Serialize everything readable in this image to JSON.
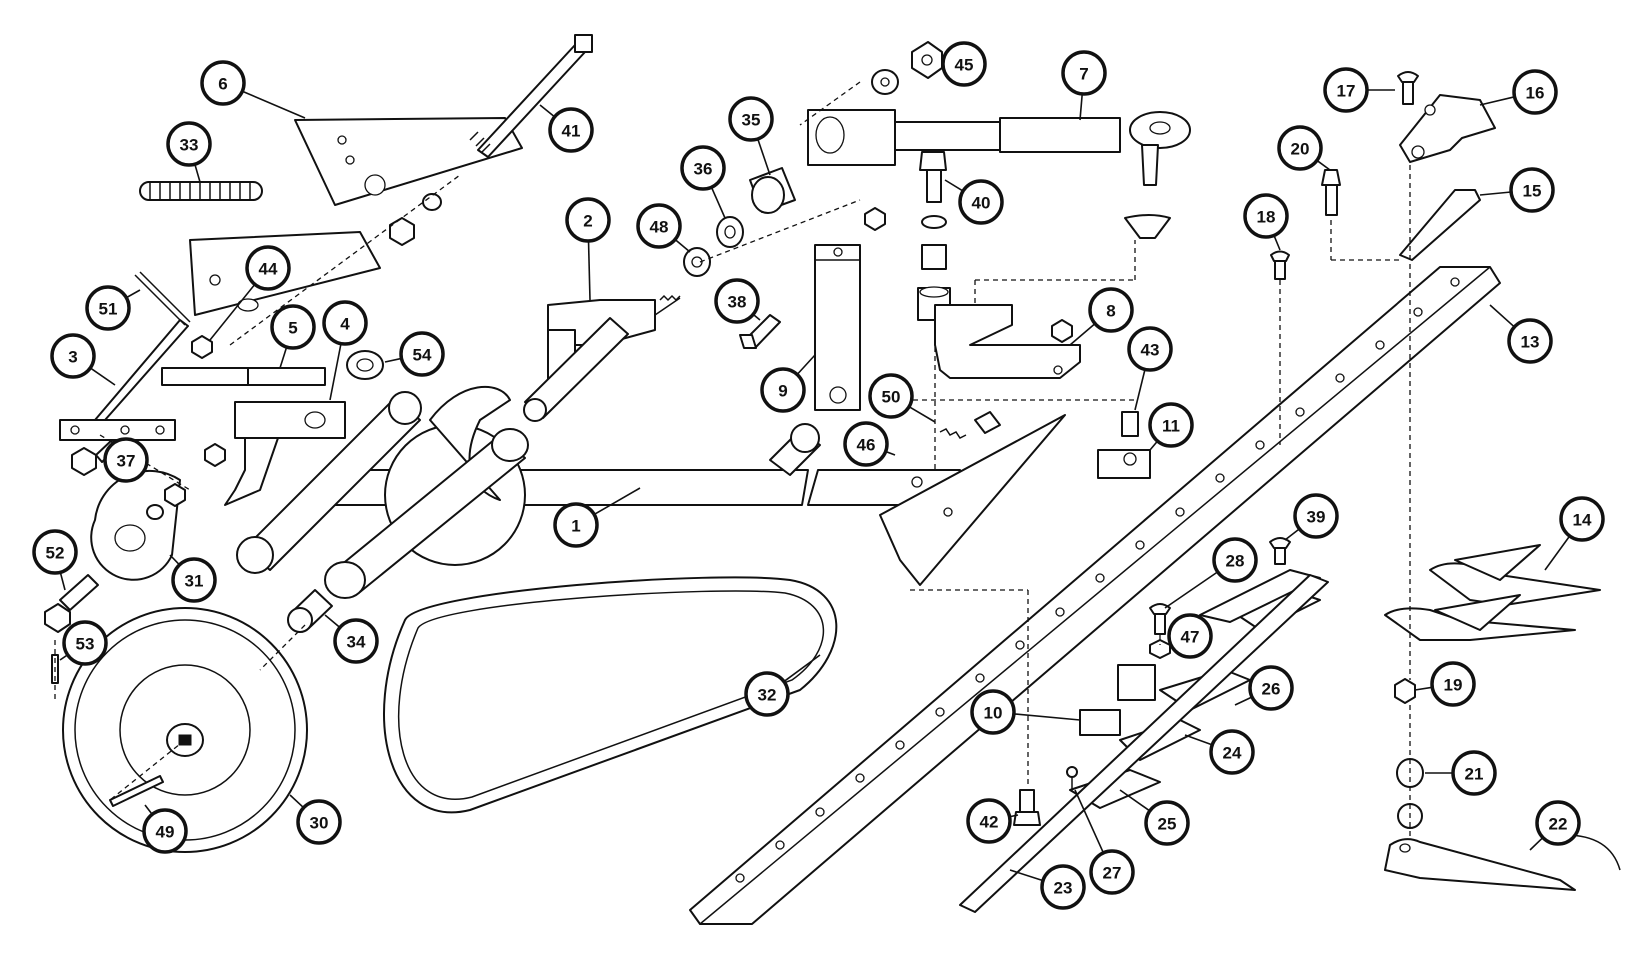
{
  "diagram": {
    "callouts": [
      {
        "number": "1"
      },
      {
        "number": "2"
      },
      {
        "number": "3"
      },
      {
        "number": "4"
      },
      {
        "number": "5"
      },
      {
        "number": "6"
      },
      {
        "number": "7"
      },
      {
        "number": "8"
      },
      {
        "number": "9"
      },
      {
        "number": "10"
      },
      {
        "number": "11"
      },
      {
        "number": "13"
      },
      {
        "number": "14"
      },
      {
        "number": "15"
      },
      {
        "number": "16"
      },
      {
        "number": "17"
      },
      {
        "number": "18"
      },
      {
        "number": "19"
      },
      {
        "number": "20"
      },
      {
        "number": "21"
      },
      {
        "number": "22"
      },
      {
        "number": "23"
      },
      {
        "number": "24"
      },
      {
        "number": "25"
      },
      {
        "number": "26"
      },
      {
        "number": "27"
      },
      {
        "number": "28"
      },
      {
        "number": "30"
      },
      {
        "number": "31"
      },
      {
        "number": "32"
      },
      {
        "number": "33"
      },
      {
        "number": "34"
      },
      {
        "number": "35"
      },
      {
        "number": "36"
      },
      {
        "number": "37"
      },
      {
        "number": "38"
      },
      {
        "number": "39"
      },
      {
        "number": "40"
      },
      {
        "number": "41"
      },
      {
        "number": "42"
      },
      {
        "number": "43"
      },
      {
        "number": "44"
      },
      {
        "number": "45"
      },
      {
        "number": "46"
      },
      {
        "number": "47"
      },
      {
        "number": "48"
      },
      {
        "number": "49"
      },
      {
        "number": "50"
      },
      {
        "number": "51"
      },
      {
        "number": "52"
      },
      {
        "number": "53"
      },
      {
        "number": "54"
      }
    ]
  }
}
